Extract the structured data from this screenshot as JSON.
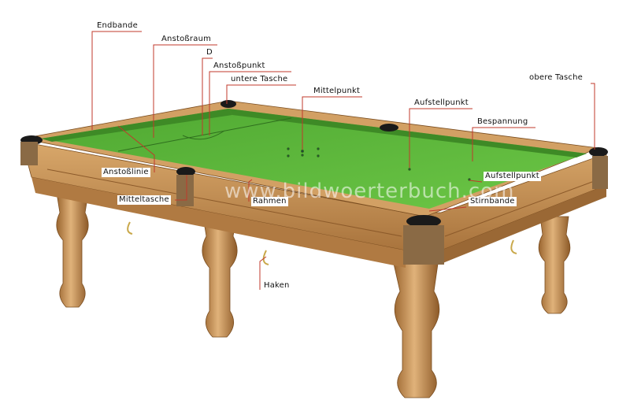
{
  "labels": {
    "endbande": "Endbande",
    "anstossraum": "Anstoßraum",
    "d": "D",
    "anstosspunkt": "Anstoßpunkt",
    "untere_tasche": "untere Tasche",
    "mittelpunkt": "Mittelpunkt",
    "aufstellpunkt_top": "Aufstellpunkt",
    "bespannung": "Bespannung",
    "obere_tasche": "obere Tasche",
    "anstosslinie": "Anstoßlinie",
    "aufstellpunkt_right": "Aufstellpunkt",
    "mitteltasche": "Mitteltasche",
    "rahmen": "Rahmen",
    "stirnbande": "Stirnbande",
    "haken": "Haken"
  },
  "watermark": "www.bildwoerterbuch.com",
  "colors": {
    "cloth": "#5fbb3d",
    "cloth_dark": "#3f8f28",
    "wood": "#c8955a",
    "wood_dark": "#9a6a38",
    "pocket": "#1a1a1a",
    "leader": "#c0392b"
  }
}
